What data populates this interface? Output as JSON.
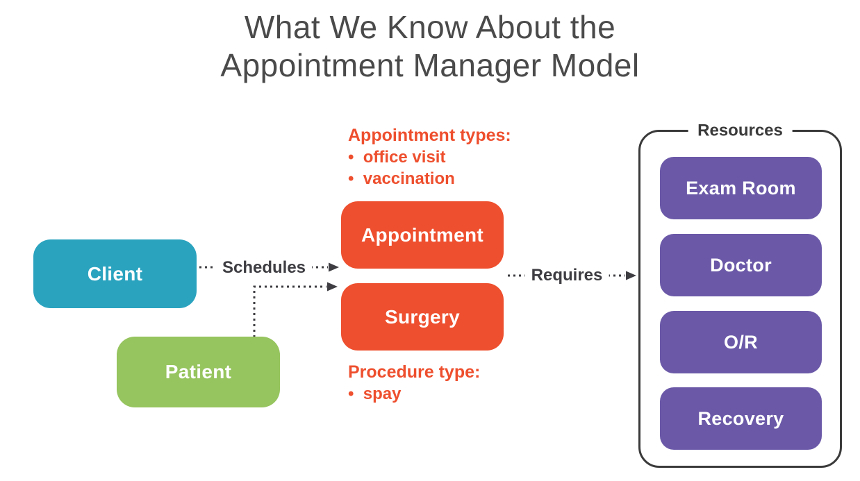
{
  "title": {
    "line1": "What We Know About the",
    "line2": "Appointment Manager Model"
  },
  "entities": {
    "client": {
      "label": "Client",
      "color": "#2AA3BF"
    },
    "patient": {
      "label": "Patient",
      "color": "#96C45E"
    },
    "appointment": {
      "label": "Appointment",
      "color": "#EE4F2E"
    },
    "surgery": {
      "label": "Surgery",
      "color": "#EE4F2E"
    }
  },
  "relations": {
    "schedules": {
      "label": "Schedules",
      "from": "Client / Patient",
      "to": "Appointment / Surgery"
    },
    "requires": {
      "label": "Requires",
      "from": "Appointment / Surgery",
      "to": "Resources"
    }
  },
  "annotations": {
    "appointment_types": {
      "heading": "Appointment types:",
      "items": [
        "office visit",
        "vaccination"
      ]
    },
    "procedure_type": {
      "heading": "Procedure type:",
      "items": [
        "spay"
      ]
    }
  },
  "resources": {
    "title": "Resources",
    "items": [
      "Exam Room",
      "Doctor",
      "O/R",
      "Recovery"
    ],
    "color": "#6B59A8",
    "border_color": "#3A3A3A"
  },
  "colors": {
    "background": "#FFFFFF",
    "title_text": "#4A4A4A",
    "arrow_and_label": "#3D3D42",
    "annotation_orange": "#EE4F2E"
  }
}
